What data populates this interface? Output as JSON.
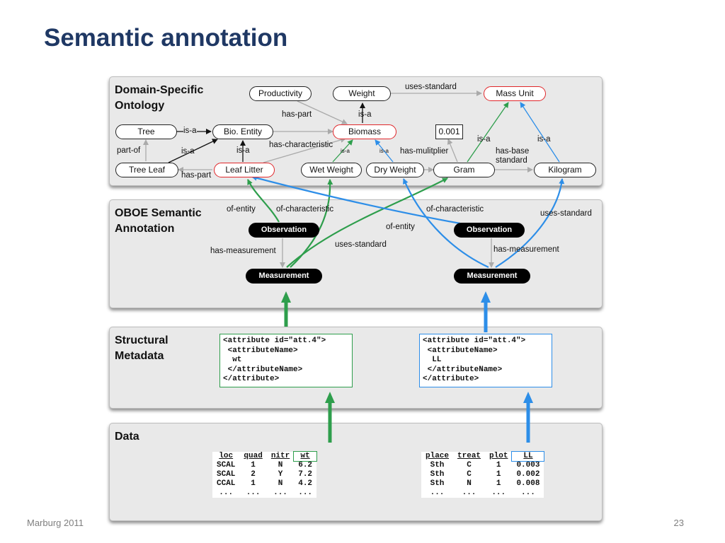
{
  "slide": {
    "title": "Semantic annotation",
    "footer_left": "Marburg 2011",
    "page_number": "23"
  },
  "panels": {
    "ontology": "Domain-Specific\nOntology",
    "oboe": "OBOE Semantic\nAnnotation",
    "structural": "Structural\nMetadata",
    "data": "Data"
  },
  "ontology": {
    "nodes": {
      "productivity": "Productivity",
      "weight": "Weight",
      "mass_unit": "Mass Unit",
      "tree": "Tree",
      "bio_entity": "Bio. Entity",
      "biomass": "Biomass",
      "value_0001": "0.001",
      "tree_leaf": "Tree Leaf",
      "leaf_litter": "Leaf Litter",
      "wet_weight": "Wet Weight",
      "dry_weight": "Dry Weight",
      "gram": "Gram",
      "kilogram": "Kilogram"
    },
    "labels": {
      "uses_standard": "uses-standard",
      "has_part_top": "has-part",
      "is_a_weight": "is-a",
      "is_a_tree": "is-a",
      "part_of": "part-of",
      "is_a_leaf": "is-a",
      "is_a_bio": "is-a",
      "has_part_bottom": "has-part",
      "has_characteristic": "has-characteristic",
      "is_a_wet": "is-a",
      "is_a_dry": "is-a",
      "has_multiplier": "has-mulitplier",
      "is_a_gram": "is-a",
      "has_base_standard": "has-base\nstandard",
      "is_a_kilogram": "is-a"
    }
  },
  "oboe": {
    "observation": "Observation",
    "measurement": "Measurement",
    "labels": {
      "of_entity_left": "of-entity",
      "of_characteristic_left": "of-characteristic",
      "has_measurement_left": "has-measurement",
      "uses_standard_left": "uses-standard",
      "of_entity_right": "of-entity",
      "of_characteristic_right": "of-characteristic",
      "uses_standard_right": "uses-standard",
      "has_measurement_right": "has-measurement"
    }
  },
  "structural": {
    "left_xml": "<attribute id=\"att.4\">\n <attributeName>\n  wt\n </attributeName>\n</attribute>",
    "right_xml": "<attribute id=\"att.4\">\n <attributeName>\n  LL\n </attributeName>\n</attribute>"
  },
  "data_tables": {
    "left": {
      "headers": [
        "loc",
        "quad",
        "nitr",
        "wt"
      ],
      "rows": [
        [
          "SCAL",
          "1",
          "N",
          "6.2"
        ],
        [
          "SCAL",
          "2",
          "Y",
          "7.2"
        ],
        [
          "CCAL",
          "1",
          "N",
          "4.2"
        ],
        [
          "...",
          "...",
          "...",
          "..."
        ]
      ]
    },
    "right": {
      "headers": [
        "place",
        "treat",
        "plot",
        "LL"
      ],
      "rows": [
        [
          "Sth",
          "C",
          "1",
          "0.003"
        ],
        [
          "Sth",
          "C",
          "1",
          "0.002"
        ],
        [
          "Sth",
          "N",
          "1",
          "0.008"
        ],
        [
          "...",
          "...",
          "...",
          "..."
        ]
      ]
    }
  },
  "colors": {
    "title": "#1f3864",
    "green": "#2e9e4c",
    "blue": "#2d8ee8",
    "red": "#e0262a",
    "panel": "#e9e9e9"
  }
}
